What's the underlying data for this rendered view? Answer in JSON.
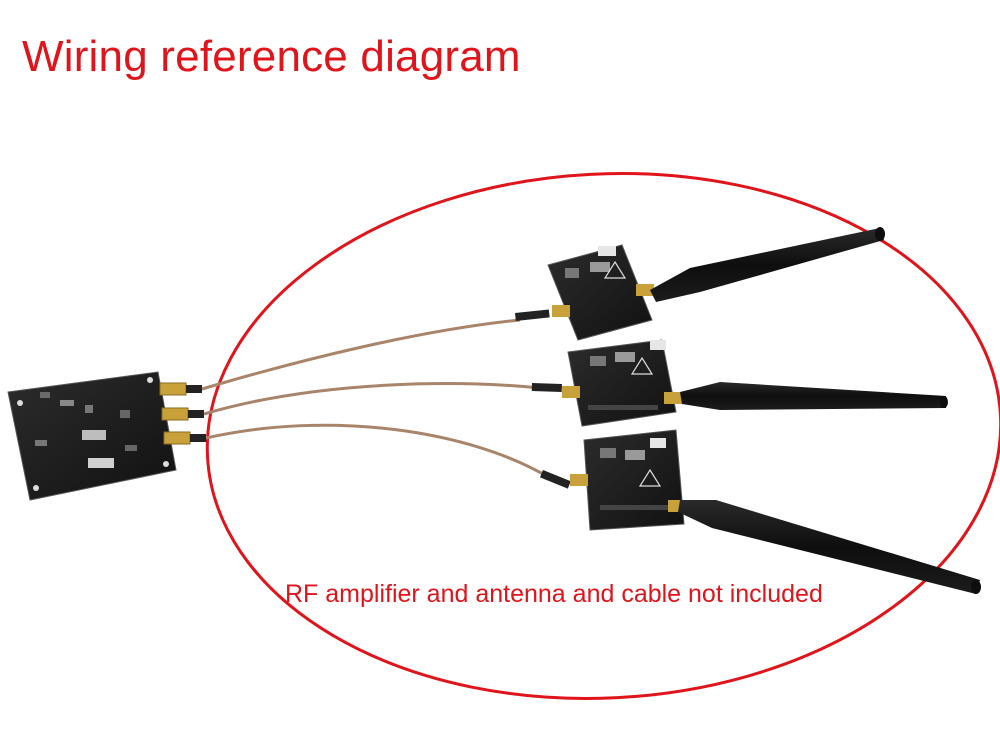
{
  "title": "Wiring reference diagram",
  "caption": "RF amplifier and antenna and cable not included",
  "colors": {
    "annotation": "#e0141b",
    "board": "#1c1c1c",
    "cable": "#a8856a",
    "connector": "#c9a13a",
    "antenna": "#141414"
  },
  "objects": [
    "transmitter-board",
    "rf-amplifier-module",
    "antenna",
    "coaxial-cable"
  ]
}
